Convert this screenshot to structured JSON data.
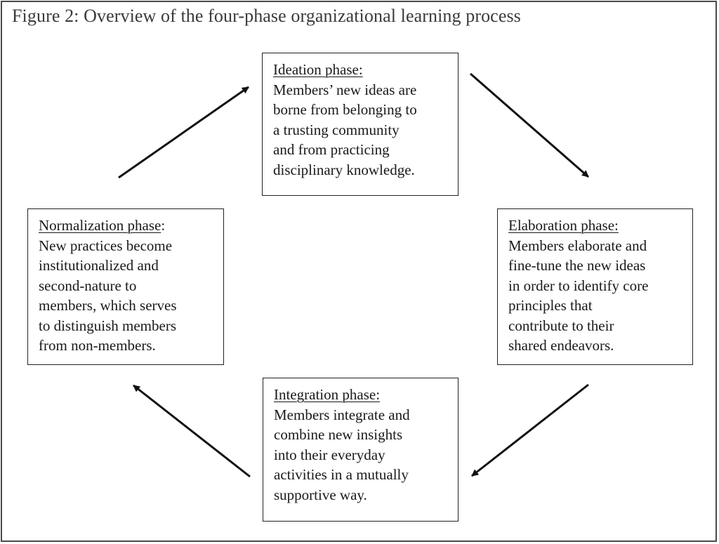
{
  "figure": {
    "title": "Figure 2:  Overview of the four-phase organizational learning process"
  },
  "phases": {
    "ideation": {
      "title": "Ideation phase:",
      "lines": [
        "Members’ new ideas are",
        "borne from belonging to",
        "a trusting community",
        "and from practicing",
        "disciplinary knowledge."
      ]
    },
    "elaboration": {
      "title": "Elaboration phase:",
      "lines": [
        "Members elaborate and",
        "fine-tune the new ideas",
        "in order to identify core",
        "principles that",
        "contribute to their",
        "shared endeavors."
      ]
    },
    "integration": {
      "title": "Integration phase:",
      "lines": [
        "Members integrate and",
        "combine new insights",
        "into their everyday",
        "activities in a mutually",
        "supportive way."
      ]
    },
    "normalization": {
      "title": "Normalization phase",
      "title_suffix": ":",
      "lines": [
        "New practices become",
        "institutionalized and",
        "second-nature to",
        "members, which serves",
        "to distinguish members",
        "from non-members."
      ]
    }
  }
}
